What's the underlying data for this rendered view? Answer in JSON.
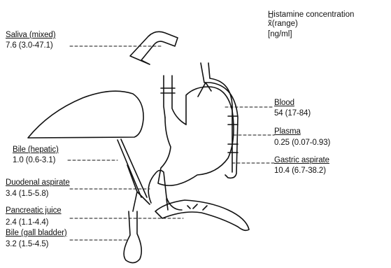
{
  "header": {
    "line1": "Histamine concentration",
    "line2_symbol": "x̃",
    "line2_text": "(range)",
    "line3": "[ng/ml]"
  },
  "labels": {
    "saliva": {
      "name": "Saliva (mixed)",
      "value": "7.6 (3.0-47.1)"
    },
    "bile_hepatic": {
      "name": "Bile (hepatic)",
      "value": "1.0 (0.6-3.1)"
    },
    "duodenal": {
      "name": "Duodenal aspirate",
      "value": "3.4 (1.5-5.8)"
    },
    "pancreatic": {
      "name": "Pancreatic juice",
      "value": "2.4 (1.1-4.4)"
    },
    "bile_gall": {
      "name": "Bile (gall bladder)",
      "value": "3.2 (1.5-4.5)"
    },
    "blood": {
      "name": "Blood",
      "value": "54 (17-84)"
    },
    "plasma": {
      "name": "Plasma",
      "value": "0.25 (0.07-0.93)"
    },
    "gastric": {
      "name": "Gastric aspirate",
      "value": "10.4 (6.7-38.2)"
    }
  },
  "colors": {
    "ink": "#111111",
    "background": "#ffffff"
  }
}
